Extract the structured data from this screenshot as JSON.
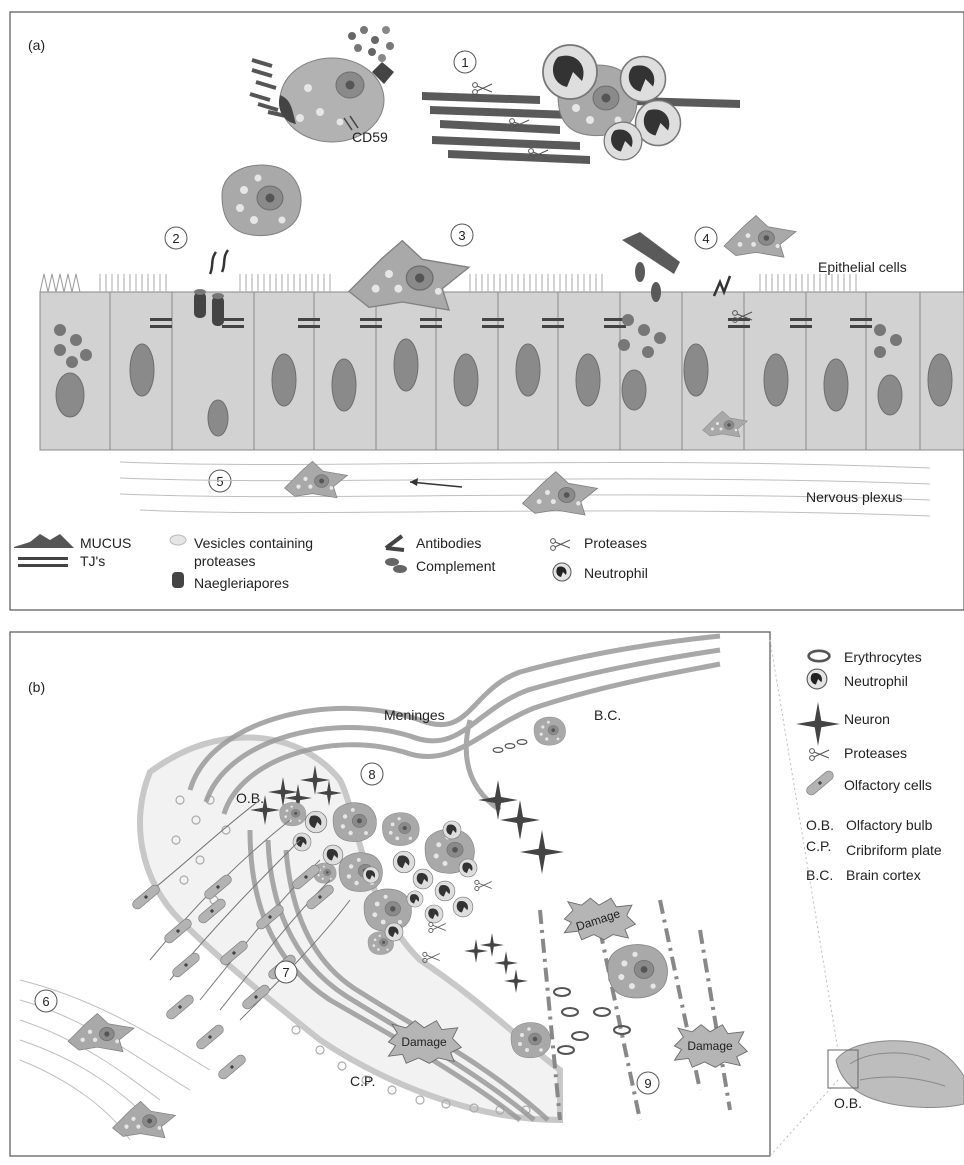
{
  "panel_a": {
    "letter": "(a)",
    "cd59_label": "CD59",
    "epithelial_label": "Epithelial cells",
    "nervous_plexus_label": "Nervous plexus",
    "step_numbers": [
      "1",
      "2",
      "3",
      "4",
      "5"
    ],
    "legend": {
      "mucus": "MUCUS",
      "tjs": "TJ's",
      "vesicles_line1": "Vesicles containing",
      "vesicles_line2": "proteases",
      "naegleriapores": "Naegleriapores",
      "antibodies": "Antibodies",
      "complement": "Complement",
      "proteases": "Proteases",
      "neutrophil": "Neutrophil"
    }
  },
  "panel_b": {
    "letter": "(b)",
    "meninges_label": "Meninges",
    "bc_label": "B.C.",
    "ob_label": "O.B.",
    "cp_label": "C.P.",
    "damage_label": "Damage",
    "step_numbers": [
      "6",
      "7",
      "8",
      "9"
    ],
    "inset_label": "O.B.",
    "legend": {
      "erythrocytes": "Erythrocytes",
      "neutrophil": "Neutrophil",
      "neuron": "Neuron",
      "proteases": "Proteases",
      "olfactory_cells": "Olfactory cells",
      "ob_abbr": "O.B.",
      "ob_full": "Olfactory bulb",
      "cp_abbr": "C.P.",
      "cp_full": "Cribriform plate",
      "bc_abbr": "B.C.",
      "bc_full": "Brain cortex"
    }
  },
  "colors": {
    "frame": "#555555",
    "cell_fill": "#c9c9c9",
    "cell_stroke": "#8a8a8a",
    "amoeba_fill": "#a9a9a9",
    "nucleus": "#7d7d7d",
    "dark": "#4a4a4a",
    "vesicle": "#e6e6e6"
  }
}
